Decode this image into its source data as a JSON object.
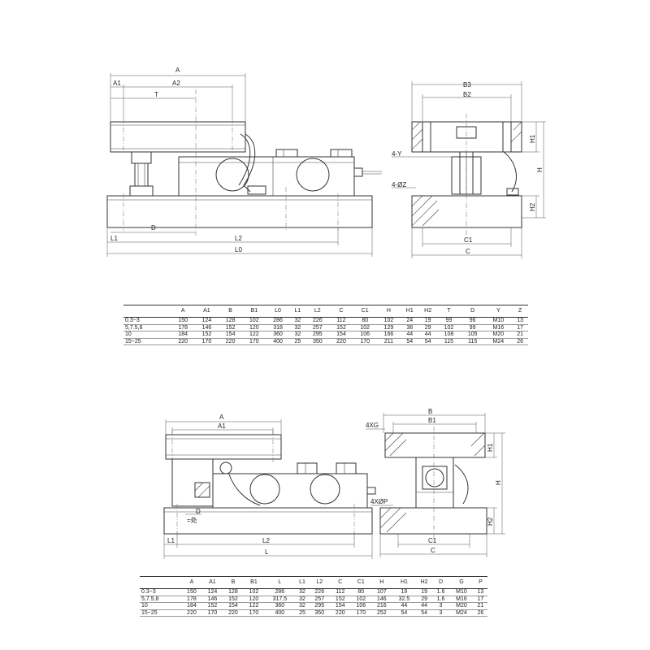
{
  "drawing1": {
    "labels": {
      "a": "A",
      "a1": "A1",
      "a2": "A2",
      "t": "T",
      "d": "D",
      "l1": "L1",
      "l2": "L2",
      "l0": "L0",
      "b3": "B3",
      "b2": "B2",
      "h1": "H1",
      "h": "H",
      "h2": "H2",
      "c1": "C1",
      "c": "C",
      "y_note": "4-Y",
      "z_note": "4-ØZ"
    },
    "table": {
      "headers": [
        "",
        "A",
        "A1",
        "B",
        "B1",
        "L0",
        "L1",
        "L2",
        "C",
        "C1",
        "H",
        "H1",
        "H2",
        "T",
        "D",
        "Y",
        "Z"
      ],
      "rows": [
        [
          "0.3~3",
          "150",
          "124",
          "128",
          "102",
          "286",
          "32",
          "226",
          "112",
          "80",
          "102",
          "24",
          "19",
          "99",
          "96",
          "M10",
          "13"
        ],
        [
          "5,7.5,8",
          "178",
          "146",
          "152",
          "120",
          "318",
          "32",
          "257",
          "152",
          "102",
          "129",
          "38",
          "29",
          "102",
          "99",
          "M16",
          "17"
        ],
        [
          "10",
          "184",
          "152",
          "154",
          "122",
          "360",
          "32",
          "295",
          "154",
          "106",
          "166",
          "44",
          "44",
          "108",
          "105",
          "M20",
          "21"
        ],
        [
          "15~25",
          "220",
          "170",
          "220",
          "170",
          "400",
          "25",
          "350",
          "220",
          "170",
          "211",
          "54",
          "54",
          "115",
          "115",
          "M24",
          "26"
        ]
      ]
    }
  },
  "drawing2": {
    "labels": {
      "a": "A",
      "a1": "A1",
      "d": "D",
      "eq": "=处",
      "l1": "L1",
      "l2": "L2",
      "l": "L",
      "b": "B",
      "b1": "B1",
      "xg": "4XG",
      "xp": "4XØP",
      "h1": "H1",
      "h": "H",
      "h2": "H2",
      "c1": "C1",
      "c": "C"
    },
    "table": {
      "headers": [
        "",
        "A",
        "A1",
        "B",
        "B1",
        "L",
        "L1",
        "L2",
        "C",
        "C1",
        "H",
        "H1",
        "H2",
        "D",
        "G",
        "P"
      ],
      "rows": [
        [
          "0.3~3",
          "150",
          "124",
          "128",
          "102",
          "286",
          "32",
          "226",
          "112",
          "80",
          "107",
          "19",
          "19",
          "1.6",
          "M10",
          "13"
        ],
        [
          "5,7.5,8",
          "178",
          "146",
          "152",
          "120",
          "317.5",
          "32",
          "257",
          "152",
          "102",
          "146",
          "32.5",
          "29",
          "1.6",
          "M16",
          "17"
        ],
        [
          "10",
          "184",
          "152",
          "154",
          "122",
          "360",
          "32",
          "295",
          "154",
          "106",
          "216",
          "44",
          "44",
          "3",
          "M20",
          "21"
        ],
        [
          "15~25",
          "220",
          "170",
          "220",
          "170",
          "400",
          "25",
          "350",
          "220",
          "170",
          "252",
          "54",
          "54",
          "3",
          "M24",
          "26"
        ]
      ]
    }
  }
}
